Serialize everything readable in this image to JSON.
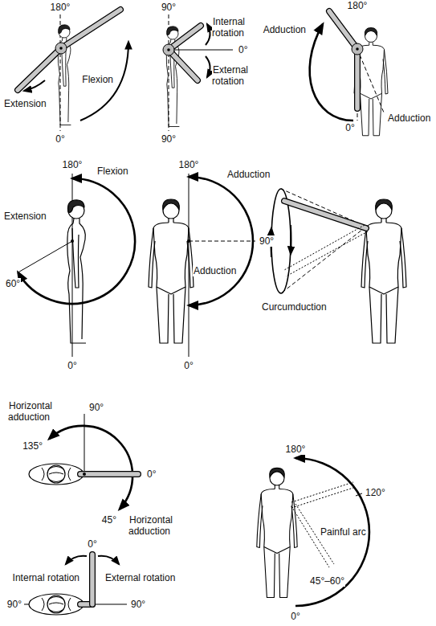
{
  "diagram": {
    "labels": [
      "180°",
      "Flexion",
      "Extension",
      "0°",
      "90°",
      "Internal rotation",
      "0°",
      "External rotation",
      "90°",
      "180°",
      "Adduction",
      "0°",
      "Adduction",
      "180°",
      "Flexion",
      "Extension",
      "60°",
      "0°",
      "180°",
      "Adduction",
      "90°",
      "Adduction",
      "0°",
      "Curcumduction",
      "Horizontal adduction",
      "90°",
      "135°",
      "0°",
      "45°",
      "Horizontal adduction",
      "0°",
      "Internal rotation",
      "External rotation",
      "90°",
      "90°",
      "180°",
      "120°",
      "Painful arc",
      "45°–60°",
      "0°"
    ]
  }
}
